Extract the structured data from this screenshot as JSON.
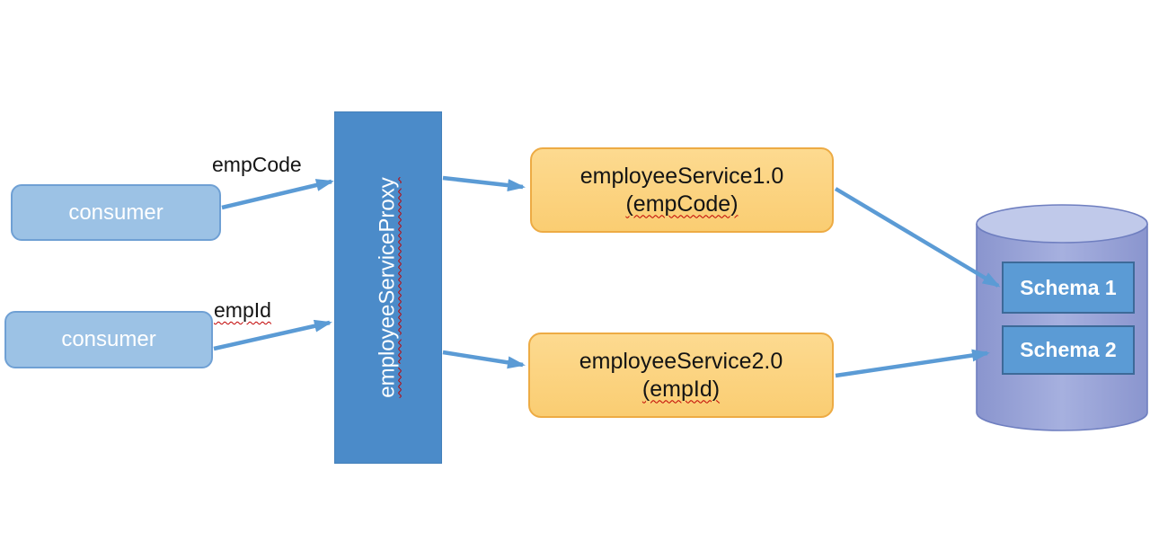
{
  "diagram": {
    "consumers": [
      {
        "label": "consumer"
      },
      {
        "label": "consumer"
      }
    ],
    "arrow_labels": [
      {
        "text": "empCode"
      },
      {
        "text": "empId"
      }
    ],
    "proxy": {
      "label": "employeeServiceProxy"
    },
    "services": [
      {
        "title": "employeeService1.0",
        "subtitle": "(empCode)"
      },
      {
        "title": "employeeService2.0",
        "subtitle": "(empId)"
      }
    ],
    "database": {
      "schemas": [
        {
          "label": "Schema 1"
        },
        {
          "label": "Schema 2"
        }
      ]
    },
    "colors": {
      "consumer_fill": "#9CC2E5",
      "consumer_border": "#6FA0D4",
      "proxy_fill": "#4B8BC9",
      "service_fill": "#FBD282",
      "service_border": "#EDAB44",
      "arrow": "#5B9BD5",
      "schema_fill": "#5B9BD5",
      "schema_border": "#3D6A99",
      "cylinder_body": "#8A95CE",
      "cylinder_top": "#C0C9EA",
      "cylinder_border": "#6F7FC0",
      "spellcheck_underline": "#C00000",
      "label_text": "#151515"
    }
  }
}
